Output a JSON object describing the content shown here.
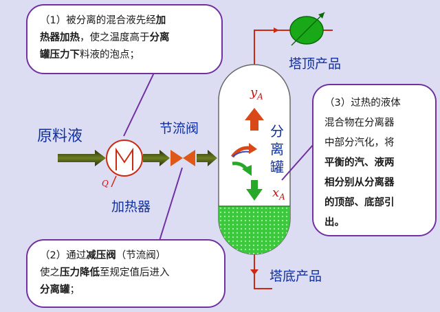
{
  "callout1": {
    "line1_a": "（1）被分离的混合液先经",
    "line1_b": "加",
    "line2_a": "热器加热",
    "line2_b": "，使之温度高于",
    "line2_c": "分离",
    "line3_a": "罐压力下",
    "line3_b": "料液的泡点；"
  },
  "callout2": {
    "line1_a": "（2）通过",
    "line1_b": "减压阀",
    "line1_c": "（节流阀）",
    "line2_a": "使之",
    "line2_b": "压力降低",
    "line2_c": "至规定值后进入",
    "line3_a": "分离罐",
    "line3_b": "；"
  },
  "callout3": {
    "line1": "（3）过热的液体",
    "line2": "混合物在分离器",
    "line3": "中部分汽化，将",
    "line4": "平衡的汽、液两",
    "line5": "相分别从分离器",
    "line6": "的顶部、底部引",
    "line7": "出。"
  },
  "labels": {
    "feed": "原料液",
    "valve": "节流阀",
    "heater": "加热器",
    "vessel": "分离罐",
    "top_product": "塔顶产品",
    "bottom_product": "塔底产品",
    "q": "Q",
    "ya_main": "y",
    "ya_sub": "A",
    "xa_main": "x",
    "xa_sub": "A"
  },
  "colors": {
    "background": "#dcdcf2",
    "callout_border": "#7030a0",
    "label_blue": "#1030a0",
    "pipe_red": "#cc2a10",
    "liquid_green": "#3cc83c",
    "arrow_black": "#1a1a1a",
    "arrow_olive": "#5a6e10",
    "vapor_arrow": "#d84818",
    "liquid_arrow": "#28a828",
    "condenser_green": "#18a818"
  }
}
